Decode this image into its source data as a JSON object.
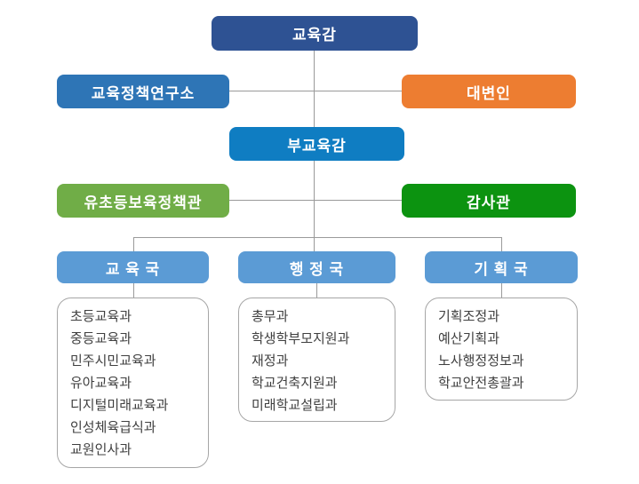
{
  "org": {
    "superintendent": {
      "label": "교육감",
      "color": "#2E5293"
    },
    "research_institute": {
      "label": "교육정책연구소",
      "color": "#2E75B6"
    },
    "spokesperson": {
      "label": "대변인",
      "color": "#ED7D31"
    },
    "deputy_superintendent": {
      "label": "부교육감",
      "color": "#0F7DC2"
    },
    "early_childhood_office": {
      "label": "유초등보육정책관",
      "color": "#70AD47"
    },
    "auditor": {
      "label": "감사관",
      "color": "#0C9310"
    },
    "bureau_color": "#5B9BD5",
    "line_color": "#9a9a9a",
    "bureaus": [
      {
        "label": "교 육 국",
        "departments": [
          "초등교육과",
          "중등교육과",
          "민주시민교육과",
          "유아교육과",
          "디지털미래교육과",
          "인성체육급식과",
          "교원인사과"
        ]
      },
      {
        "label": "행 정 국",
        "departments": [
          "총무과",
          "학생학부모지원과",
          "재정과",
          "학교건축지원과",
          "미래학교설립과"
        ]
      },
      {
        "label": "기 획 국",
        "departments": [
          "기획조정과",
          "예산기획과",
          "노사행정정보과",
          "학교안전총괄과"
        ]
      }
    ]
  }
}
